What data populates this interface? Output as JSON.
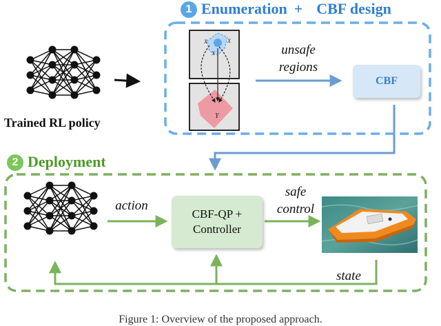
{
  "stage1": {
    "number": "1",
    "label": "Enumeration",
    "plus": "+",
    "label2": "CBF design"
  },
  "stage2": {
    "number": "2",
    "label": "Deployment"
  },
  "policy_label": "Trained RL policy",
  "unsafe_label": {
    "line1": "unsafe",
    "line2": "regions"
  },
  "cbf_label": "CBF",
  "action_label": "action",
  "qp_label": {
    "line1": "CBF-QP +",
    "line2": "Controller"
  },
  "safe_control_label": {
    "line1": "safe",
    "line2": "control"
  },
  "state_label": "state",
  "region_labels": {
    "x1": "X",
    "x2": "X",
    "x3": "X",
    "y": "Y"
  },
  "caption": "Figure 1: Overview of the proposed approach.",
  "colors": {
    "stage1_accent": "#2f7fd2",
    "stage1_dash": "#6aaee8",
    "stage2_accent": "#4f9a2a",
    "stage2_dash": "#7faf62",
    "arrow_blue": "#6b9bd2",
    "arrow_green": "#79b45a",
    "cbf_box": "#d6e8f8",
    "qp_box": "#d5ead0",
    "y_region": "#ee9aa3"
  },
  "icons": [
    "neural-network-icon",
    "boat-photo"
  ]
}
